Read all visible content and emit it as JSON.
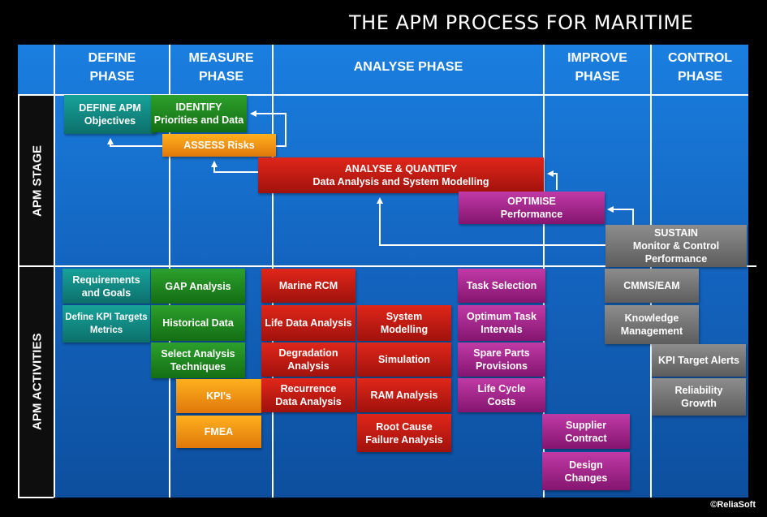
{
  "title": "THE APM PROCESS FOR MARITIME",
  "phases": {
    "define": "DEFINE\nPHASE",
    "measure": "MEASURE\nPHASE",
    "analyse": "ANALYSE PHASE",
    "improve": "IMPROVE\nPHASE",
    "control": "CONTROL\nPHASE"
  },
  "sections": {
    "stage": "APM STAGE",
    "activities": "APM ACTIVITIES"
  },
  "stage_boxes": {
    "define_apm": "DEFINE APM\nObjectives",
    "identify": "IDENTIFY\nPriorities and Data",
    "assess": "ASSESS Risks",
    "analyse_quantify": "ANALYSE & QUANTIFY\nData Analysis and System Modelling",
    "optimise": "OPTIMISE\nPerformance",
    "sustain": "SUSTAIN\nMonitor & Control\nPerformance"
  },
  "activities": {
    "define": [
      "Requirements\nand Goals",
      "Define KPI Targets\nMetrics"
    ],
    "measure": [
      "GAP Analysis",
      "Historical Data",
      "Select Analysis\nTechniques",
      "KPI's",
      "FMEA"
    ],
    "analyse_left": [
      "Marine RCM",
      "Life Data Analysis",
      "Degradation\nAnalysis",
      "Recurrence\nData Analysis"
    ],
    "analyse_right": [
      "System\nModelling",
      "Simulation",
      "RAM Analysis",
      "Root Cause\nFailure Analysis"
    ],
    "analyse_far": [
      "Task Selection",
      "Optimum Task\nIntervals",
      "Spare Parts\nProvisions",
      "Life Cycle\nCosts"
    ],
    "improve": [
      "Supplier\nContract",
      "Design\nChanges"
    ],
    "control": [
      "CMMS/EAM",
      "Knowledge\nManagement",
      "KPI Target Alerts",
      "Reliability\nGrowth"
    ]
  },
  "copyright": "©ReliaSoft",
  "colors": {
    "background": "#000000",
    "board": "#1466c2",
    "teal": "#0d6f6a",
    "green": "#146e14",
    "orange": "#f59a12",
    "red": "#b8160e",
    "magenta": "#9b2085",
    "gray": "#707070"
  }
}
